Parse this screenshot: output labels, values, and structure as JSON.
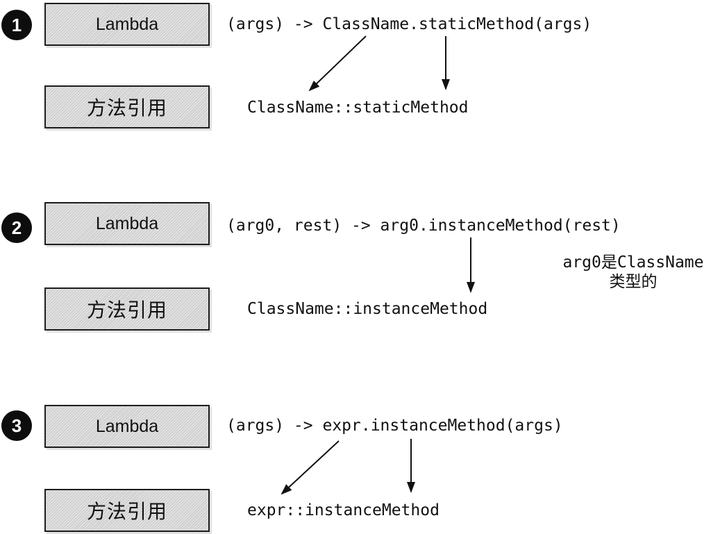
{
  "sections": [
    {
      "number": "1",
      "lambda_box_label": "Lambda",
      "method_ref_box_label": "方法引用",
      "lambda_code": "(args) -> ClassName.staticMethod(args)",
      "method_ref_code": "ClassName::staticMethod"
    },
    {
      "number": "2",
      "lambda_box_label": "Lambda",
      "method_ref_box_label": "方法引用",
      "lambda_code": "(arg0, rest) -> arg0.instanceMethod(rest)",
      "method_ref_code": "ClassName::instanceMethod",
      "note": {
        "line1": "arg0是ClassName",
        "line2": "类型的"
      }
    },
    {
      "number": "3",
      "lambda_box_label": "Lambda",
      "method_ref_box_label": "方法引用",
      "lambda_code": "(args) -> expr.instanceMethod(args)",
      "method_ref_code": "expr::instanceMethod"
    }
  ],
  "colors": {
    "page_bg": "#ffffff",
    "box_fill": "#d8d8d8",
    "box_border": "#1c1c1c",
    "badge_bg": "#0d0d0d",
    "badge_text": "#ffffff",
    "text": "#111111",
    "arrow": "#111111"
  }
}
